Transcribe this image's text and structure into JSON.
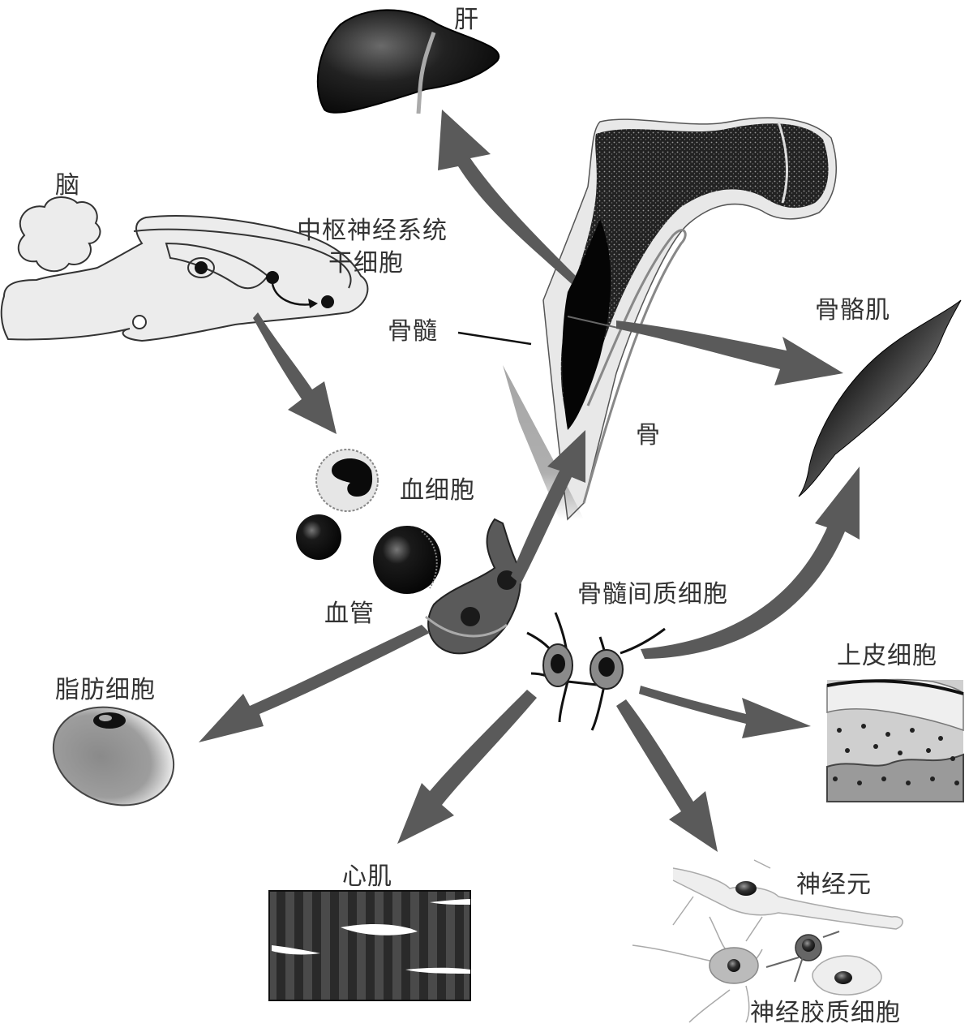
{
  "diagram": {
    "title": "",
    "arrow_color": "#5a5a5a",
    "nodes": [
      {
        "id": "liver",
        "label": "肝"
      },
      {
        "id": "brain",
        "label": "脑"
      },
      {
        "id": "cns_stem",
        "label": "中枢神经系统",
        "label2": "干细胞"
      },
      {
        "id": "marrow",
        "label": "骨髓"
      },
      {
        "id": "bone",
        "label": "骨"
      },
      {
        "id": "skeletal_muscle",
        "label": "骨骼肌"
      },
      {
        "id": "blood_cells",
        "label": "血细胞"
      },
      {
        "id": "blood_vessel",
        "label": "血管"
      },
      {
        "id": "msc",
        "label": "骨髓间质细胞"
      },
      {
        "id": "epithelial",
        "label": "上皮细胞"
      },
      {
        "id": "adipocyte",
        "label": "脂肪细胞"
      },
      {
        "id": "cardiac_muscle",
        "label": "心肌"
      },
      {
        "id": "neuron",
        "label": "神经元"
      },
      {
        "id": "glia",
        "label": "神经胶质细胞"
      }
    ],
    "edges": [
      {
        "from": "marrow",
        "to": "liver"
      },
      {
        "from": "brain",
        "to": "blood_cells"
      },
      {
        "from": "marrow",
        "to": "skeletal_muscle"
      },
      {
        "from": "blood_vessel",
        "to": "bone"
      },
      {
        "from": "blood_vessel",
        "to": "adipocyte"
      },
      {
        "from": "msc",
        "to": "skeletal_muscle"
      },
      {
        "from": "msc",
        "to": "epithelial"
      },
      {
        "from": "msc",
        "to": "cardiac_muscle"
      },
      {
        "from": "msc",
        "to": "neuron"
      }
    ]
  }
}
